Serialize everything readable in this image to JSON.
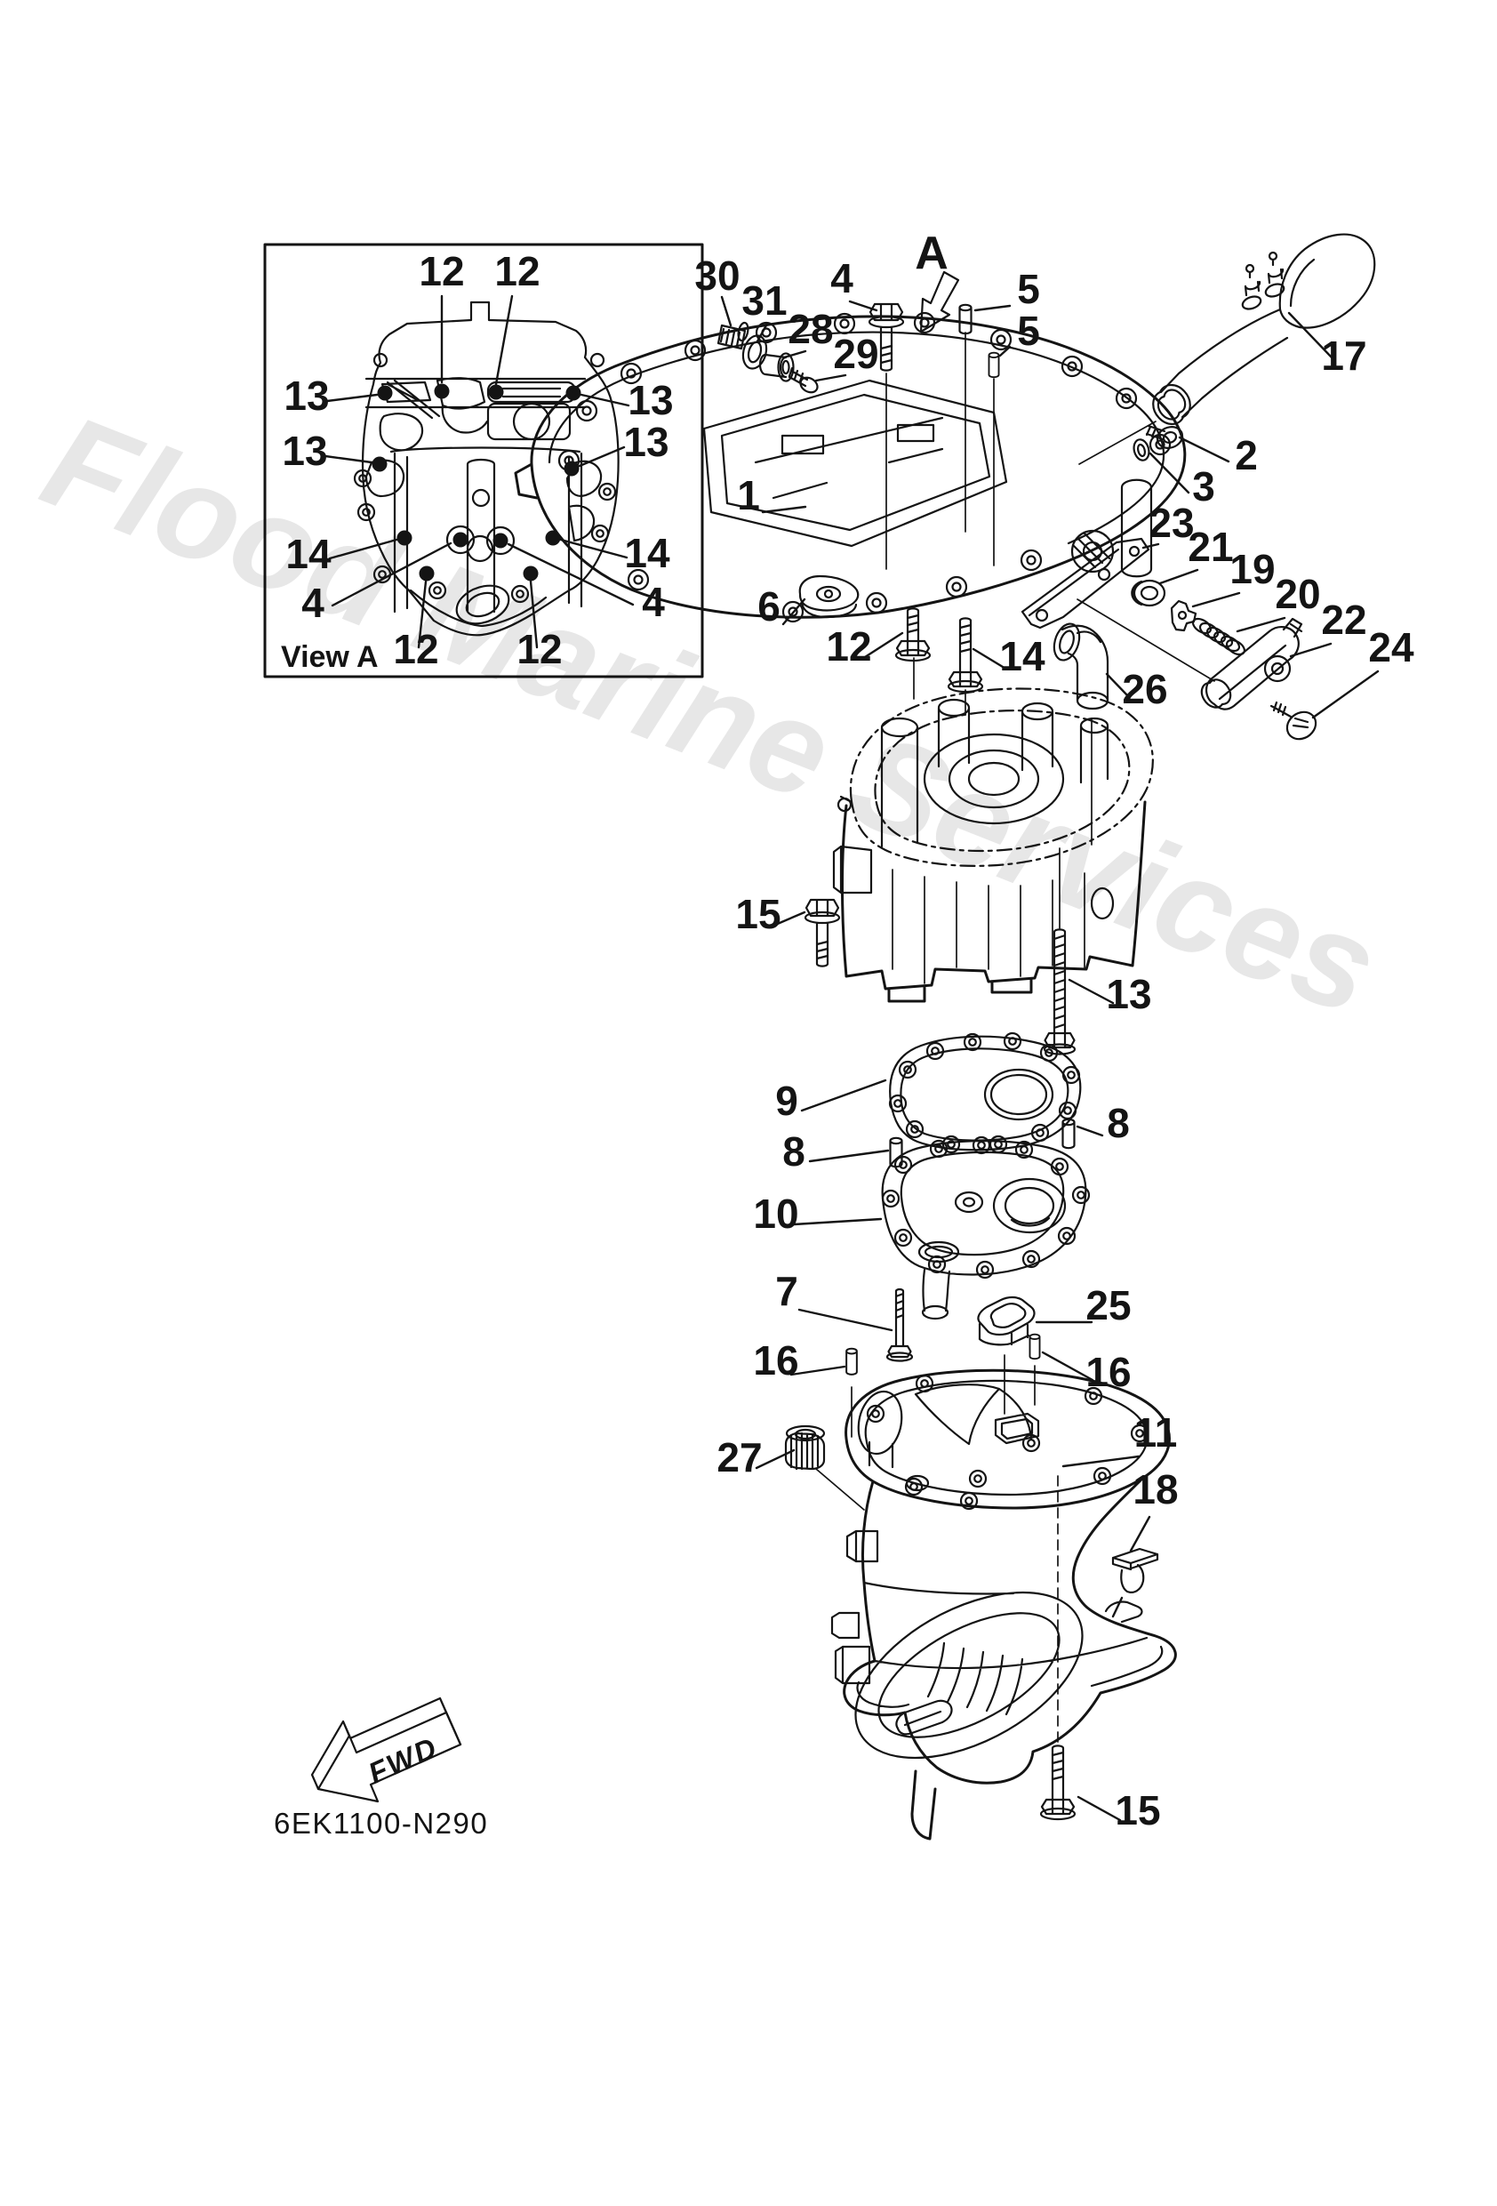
{
  "watermark": {
    "text": "Flood Marine Services",
    "color": "#e7e7e7"
  },
  "inset": {
    "caption": "View A"
  },
  "view_arrow_label": "A",
  "fwd_arrow": {
    "label": "FWD"
  },
  "diagram_code": "6EK1100-N290",
  "colors": {
    "background": "#ffffff",
    "line": "#141414"
  },
  "num": {
    "1": "1",
    "2": "2",
    "3": "3",
    "4": "4",
    "5": "5",
    "6": "6",
    "7": "7",
    "8": "8",
    "9": "9",
    "10": "10",
    "11": "11",
    "12": "12",
    "13": "13",
    "14": "14",
    "15": "15",
    "16": "16",
    "17": "17",
    "18": "18",
    "19": "19",
    "20": "20",
    "21": "21",
    "22": "22",
    "23": "23",
    "24": "24",
    "25": "25",
    "26": "26",
    "27": "27",
    "28": "28",
    "29": "29",
    "30": "30",
    "31": "31"
  },
  "callout_instances": {
    "view_a": [
      "12",
      "12",
      "13",
      "13",
      "13",
      "13",
      "14",
      "14",
      "4",
      "4",
      "12",
      "12"
    ],
    "main": [
      "30",
      "31",
      "28",
      "29",
      "4",
      "A",
      "5",
      "5",
      "17",
      "2",
      "3",
      "1",
      "23",
      "21",
      "19",
      "20",
      "22",
      "24",
      "6",
      "12",
      "14",
      "26",
      "15",
      "13",
      "9",
      "8",
      "8",
      "10",
      "7",
      "25",
      "16",
      "16",
      "27",
      "11",
      "18",
      "15"
    ]
  }
}
